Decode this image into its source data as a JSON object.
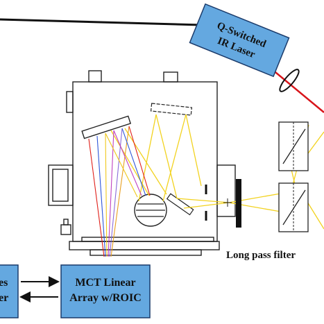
{
  "laser": {
    "line1": "Q-Switched",
    "line2": "IR Laser"
  },
  "filter": {
    "label": "Long pass filter"
  },
  "array": {
    "line1": "MCT Linear",
    "line2": "Array w/ROIC"
  },
  "left_box": {
    "line1": "es",
    "line2": "er"
  },
  "colors": {
    "box_fill": "#64a8e0",
    "laser_beam": "#d8141a",
    "light_ray": "#f2d21e",
    "spectrum": [
      "#e0201a",
      "#2c55d8",
      "#f0c81a",
      "#c040c0",
      "#8a6ad8",
      "#e8a020"
    ]
  }
}
